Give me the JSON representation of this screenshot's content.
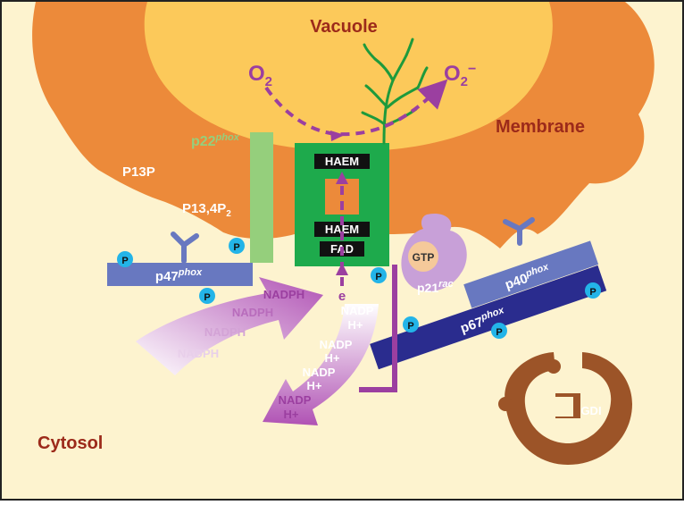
{
  "labels": {
    "vacuole": "Vacuole",
    "membrane": "Membrane",
    "cytosol": "Cytosol",
    "o2_in": "O",
    "o2_in_sub": "2",
    "o2_out": "O",
    "o2_out_sub": "2",
    "o2_out_sup": "−",
    "p22": "p22",
    "p22_sup": "phox",
    "p13p": "P13P",
    "p134p2": "P13,4P",
    "p134p2_sub": "2",
    "haem_top": "HAEM",
    "haem_bottom": "HAEM",
    "fad": "FAD",
    "gtp": "GTP",
    "p21": "p21",
    "p21_sup": "rac",
    "p47": "p47",
    "p47_sup": "phox",
    "p40": "p40",
    "p40_sup": "phox",
    "p67": "p67",
    "p67_sup": "phox",
    "gdi": "GDI",
    "electron": "e",
    "phosphate": "P",
    "nadph_1": "NADPH",
    "nadph_2": "NADPH",
    "nadph_3": "NADPH",
    "nadph_4": "NADPH",
    "nadp_1": "NADP",
    "hplus_1": "H+",
    "nadp_2": "NADP",
    "hplus_2": "H+",
    "nadp_3": "NADP",
    "hplus_3": "H+",
    "nadp_4": "NADP",
    "hplus_4": "H+"
  },
  "colors": {
    "background": "#fdf3cf",
    "membrane": "#ec8a3a",
    "vacuole": "#fcc95a",
    "label_red": "#9c2a1a",
    "purple": "#9b3fa0",
    "green": "#1eaa4c",
    "light_green": "#95cf7c",
    "p47_blue": "#6878c0",
    "p67_navy": "#2a2c8e",
    "phosphate_cyan": "#23b4e8",
    "gdi_brown": "#9c5428"
  }
}
